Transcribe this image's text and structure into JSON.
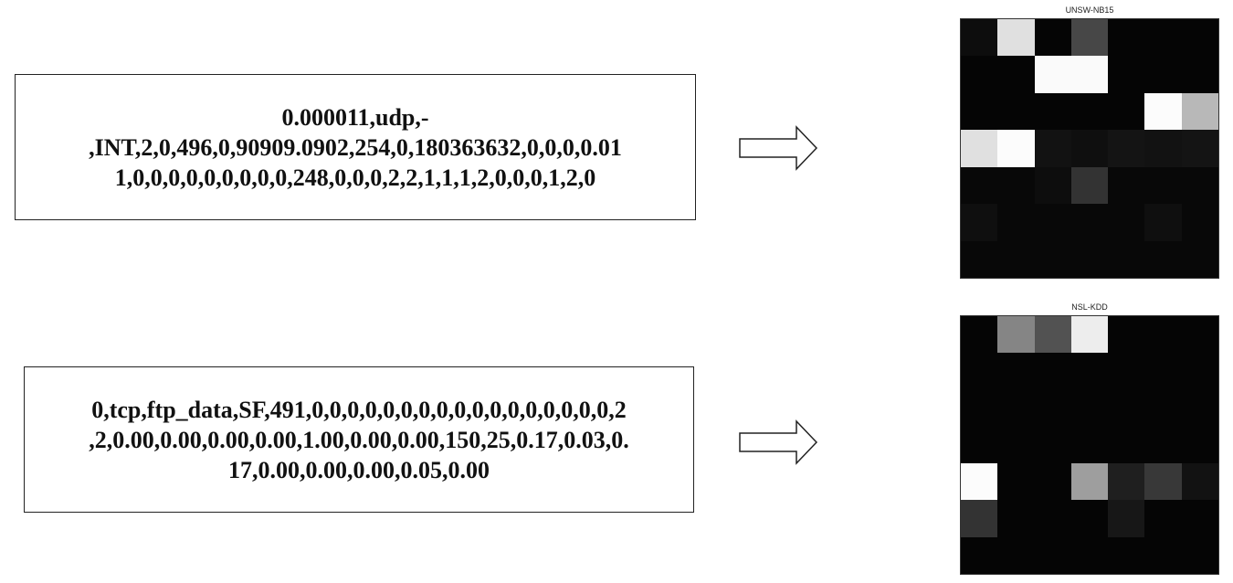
{
  "records": {
    "unsw": {
      "lines": [
        "0.000011,udp,-",
        ",INT,2,0,496,0,90909.0902,254,0,180363632,0,0,0,0.01",
        "1,0,0,0,0,0,0,0,0,0,248,0,0,0,2,2,1,1,1,2,0,0,0,1,2,0"
      ]
    },
    "nsl": {
      "lines": [
        "0,tcp,ftp_data,SF,491,0,0,0,0,0,0,0,0,0,0,0,0,0,0,0,0,0,2",
        ",2,0.00,0.00,0.00,0.00,1.00,0.00,0.00,150,25,0.17,0.03,0.",
        "17,0.00,0.00,0.00,0.05,0.00"
      ]
    }
  },
  "arrows": {
    "shape": "hollow-right-arrow",
    "stroke": "#222222"
  },
  "heatmaps": {
    "unsw": {
      "title": "UNSW-NB15",
      "grid": [
        [
          0.05,
          0.88,
          0.02,
          0.28,
          0.02,
          0.02,
          0.02
        ],
        [
          0.02,
          0.02,
          0.98,
          0.98,
          0.02,
          0.02,
          0.02
        ],
        [
          0.02,
          0.02,
          0.02,
          0.02,
          0.02,
          0.99,
          0.72
        ],
        [
          0.88,
          0.99,
          0.07,
          0.06,
          0.08,
          0.07,
          0.08
        ],
        [
          0.03,
          0.03,
          0.05,
          0.2,
          0.03,
          0.03,
          0.03
        ],
        [
          0.06,
          0.03,
          0.03,
          0.03,
          0.03,
          0.06,
          0.03
        ],
        [
          0.03,
          0.03,
          0.03,
          0.03,
          0.03,
          0.03,
          0.03
        ]
      ]
    },
    "nsl": {
      "title": "NSL-KDD",
      "grid": [
        [
          0.02,
          0.52,
          0.32,
          0.93,
          0.02,
          0.02,
          0.02
        ],
        [
          0.02,
          0.02,
          0.02,
          0.02,
          0.02,
          0.02,
          0.02
        ],
        [
          0.02,
          0.02,
          0.02,
          0.02,
          0.02,
          0.02,
          0.02
        ],
        [
          0.02,
          0.02,
          0.02,
          0.02,
          0.02,
          0.02,
          0.02
        ],
        [
          0.99,
          0.02,
          0.02,
          0.62,
          0.12,
          0.22,
          0.07
        ],
        [
          0.2,
          0.02,
          0.02,
          0.02,
          0.09,
          0.02,
          0.02
        ],
        [
          0.02,
          0.02,
          0.02,
          0.02,
          0.02,
          0.02,
          0.02
        ]
      ]
    }
  }
}
